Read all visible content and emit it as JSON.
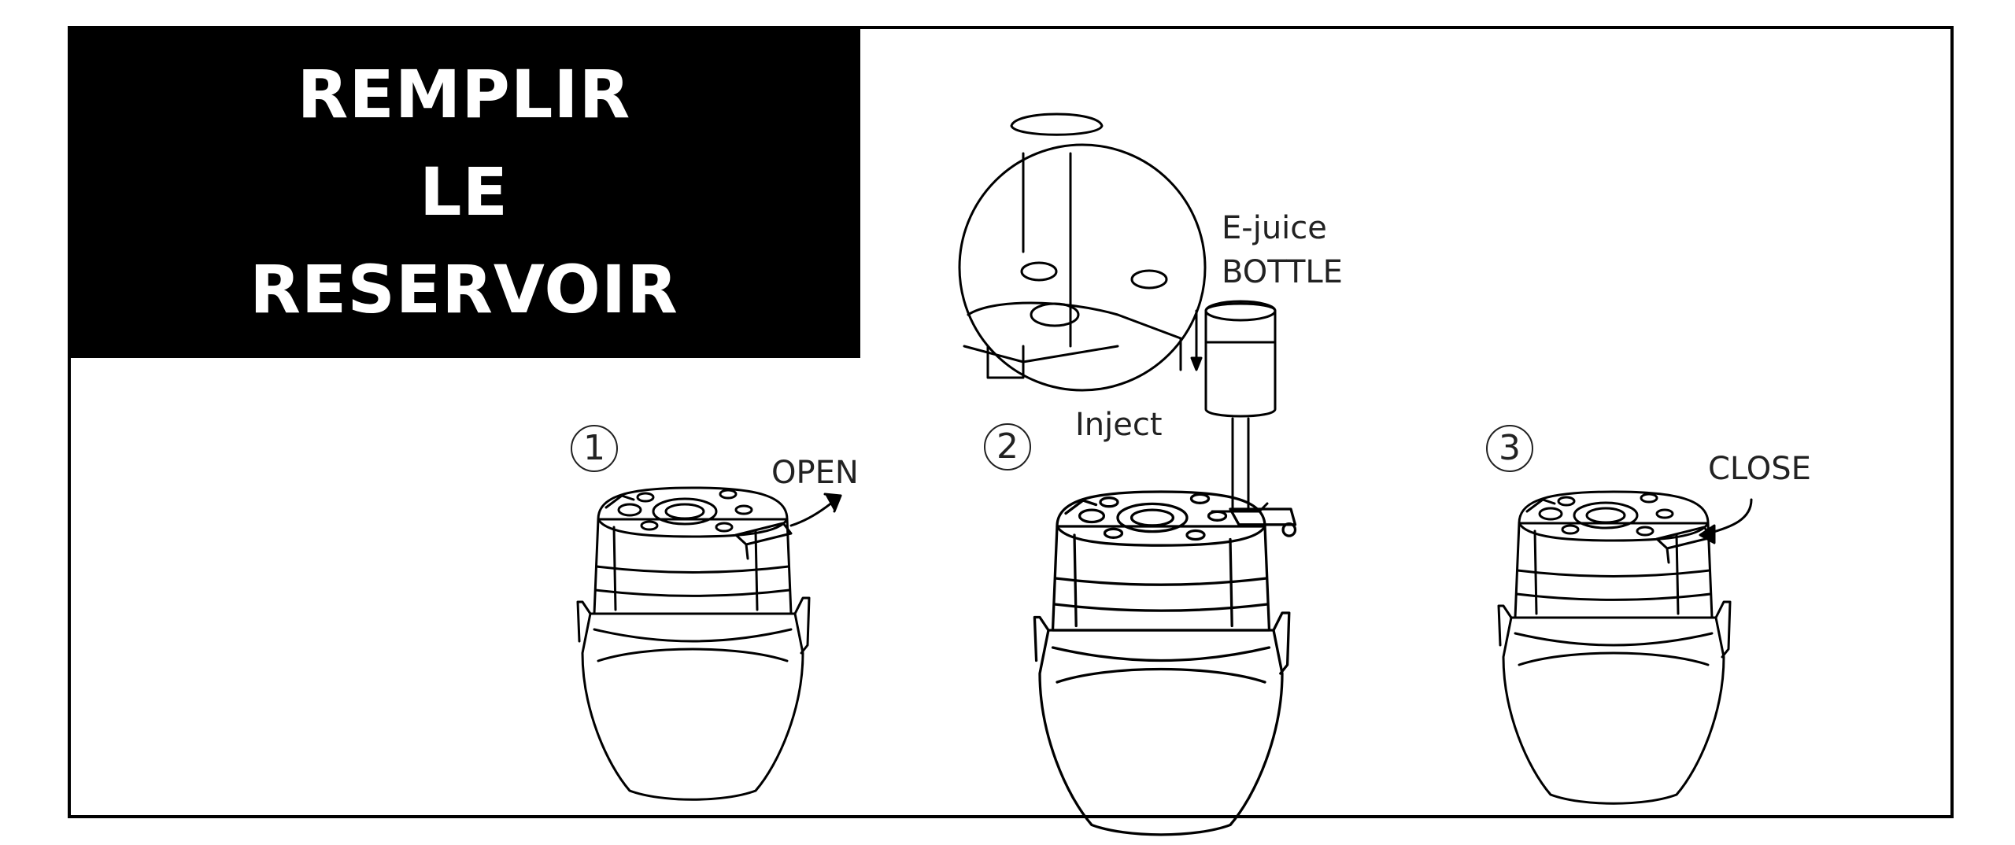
{
  "title": {
    "lines": [
      "REMPLIR",
      "LE",
      "RESERVOIR"
    ]
  },
  "steps": [
    {
      "number": "1",
      "action": "OPEN"
    },
    {
      "number": "2",
      "action": "Inject"
    },
    {
      "number": "3",
      "action": "CLOSE"
    }
  ],
  "bottle_label": {
    "line1": "E-juice",
    "line2": "BOTTLE"
  },
  "colors": {
    "ink": "#000000",
    "background": "#ffffff",
    "title_text": "#ffffff"
  }
}
